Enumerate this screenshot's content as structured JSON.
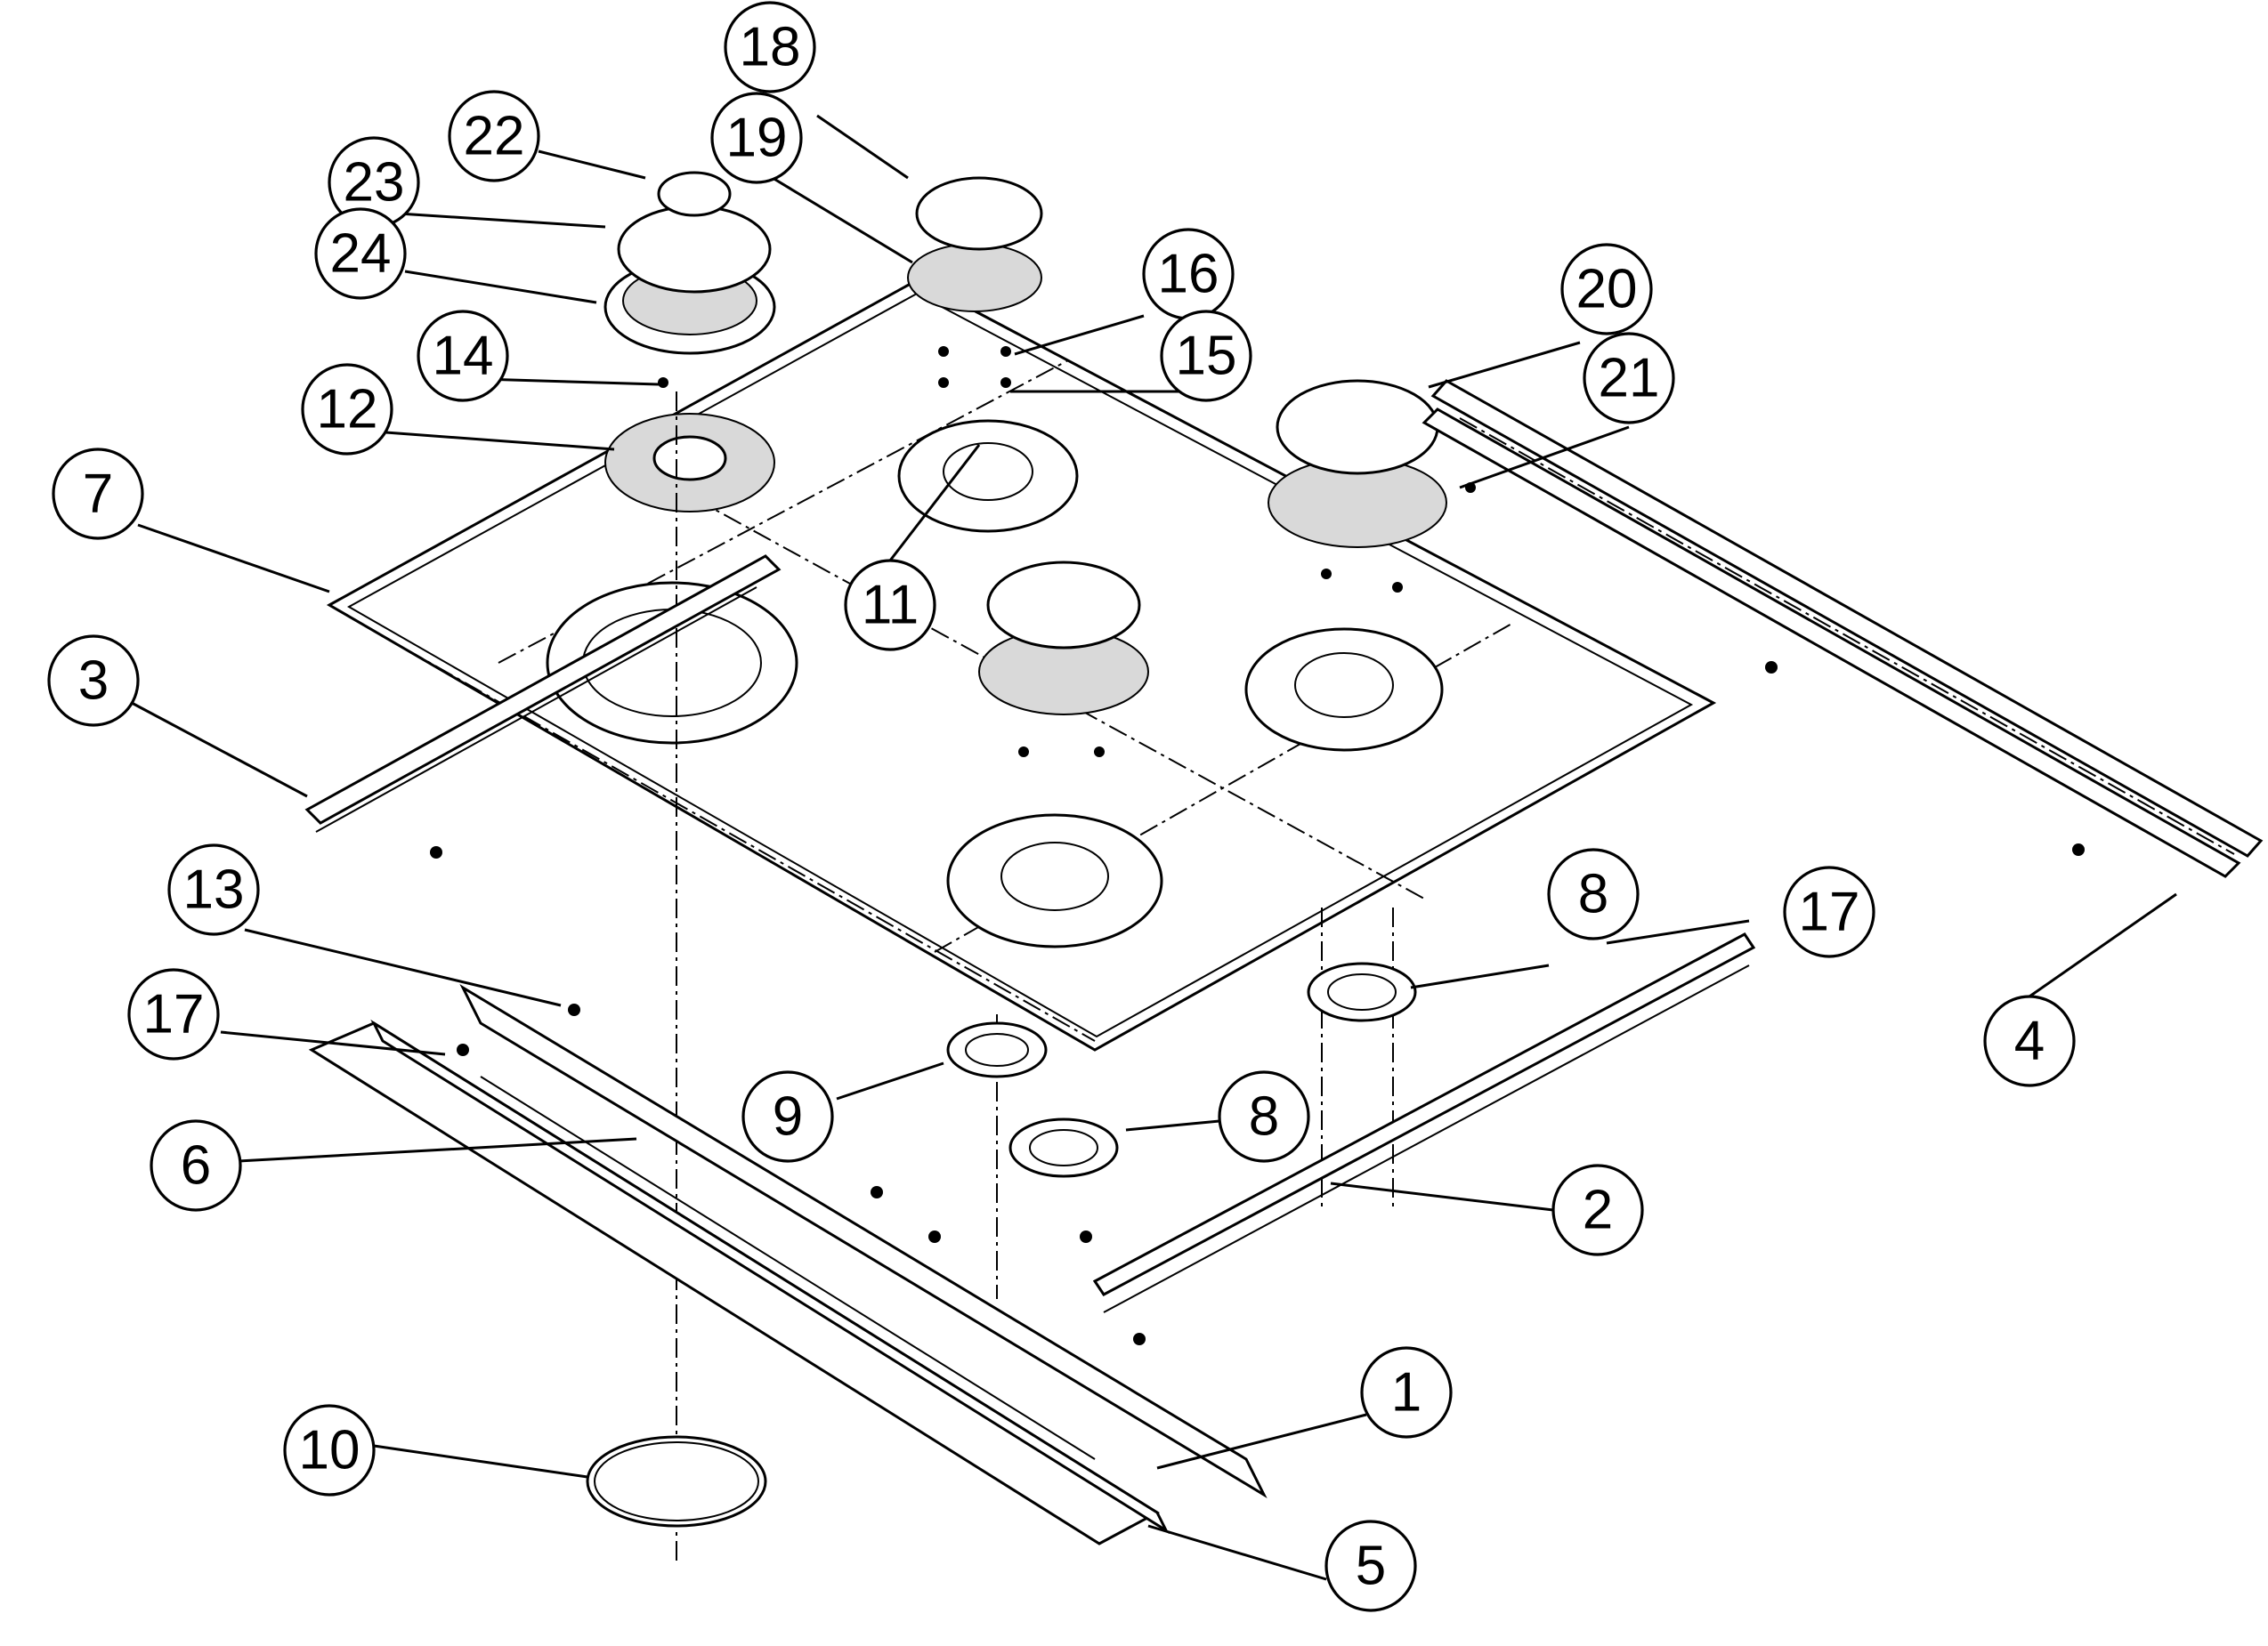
{
  "diagram": {
    "callouts": [
      {
        "id": "18",
        "label": "18"
      },
      {
        "id": "22",
        "label": "22"
      },
      {
        "id": "19",
        "label": "19"
      },
      {
        "id": "23",
        "label": "23"
      },
      {
        "id": "24",
        "label": "24"
      },
      {
        "id": "16",
        "label": "16"
      },
      {
        "id": "20",
        "label": "20"
      },
      {
        "id": "14",
        "label": "14"
      },
      {
        "id": "15",
        "label": "15"
      },
      {
        "id": "21",
        "label": "21"
      },
      {
        "id": "12",
        "label": "12"
      },
      {
        "id": "7",
        "label": "7"
      },
      {
        "id": "11",
        "label": "11"
      },
      {
        "id": "3",
        "label": "3"
      },
      {
        "id": "13",
        "label": "13"
      },
      {
        "id": "8a",
        "label": "8"
      },
      {
        "id": "17a",
        "label": "17"
      },
      {
        "id": "17b",
        "label": "17"
      },
      {
        "id": "4",
        "label": "4"
      },
      {
        "id": "6",
        "label": "6"
      },
      {
        "id": "9",
        "label": "9"
      },
      {
        "id": "8b",
        "label": "8"
      },
      {
        "id": "2",
        "label": "2"
      },
      {
        "id": "1",
        "label": "1"
      },
      {
        "id": "10",
        "label": "10"
      },
      {
        "id": "5",
        "label": "5"
      }
    ]
  }
}
